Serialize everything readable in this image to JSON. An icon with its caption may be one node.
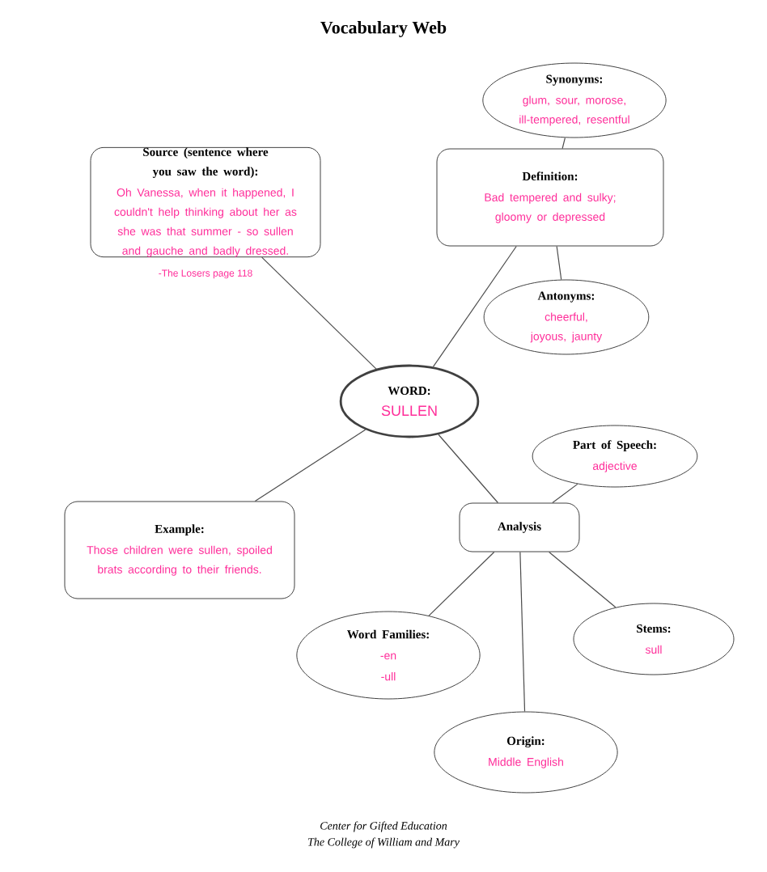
{
  "diagram": {
    "title": "Vocabulary Web",
    "nodes": [
      {
        "text": [
          "Source (sentence where you saw the word):",
          "Oh Vanessa, when it happened, I couldn't help thinking about her as she was that summer - so sullen and gauche and badly dressed."
        ],
        "beside": [
          "-The Losers page 118"
        ]
      },
      {
        "text": [
          "Synonyms:",
          "glum, sour, morose, ill-tempered, resentful"
        ]
      },
      {
        "text": [
          "Definition:",
          "Bad tempered and sulky; gloomy or depressed"
        ]
      },
      {
        "text": [
          "Antonyms:",
          "cheerful, joyous, jaunty"
        ]
      },
      {
        "text": [
          "WORD:",
          "SULLEN"
        ]
      },
      {
        "text": [
          "Part of Speech:",
          "adjective"
        ]
      },
      {
        "text": [
          "Example:",
          "Those children were sullen, spoiled brats according to their friends."
        ]
      },
      {
        "text": [
          "Analysis"
        ]
      },
      {
        "text": [
          "Word Families:",
          "-en",
          "-ull"
        ]
      },
      {
        "text": [
          "Stems:",
          "sull"
        ]
      },
      {
        "text": [
          "Origin:",
          "Middle English"
        ]
      }
    ],
    "edges": [
      {
        "from": 4,
        "to": 0,
        "arrow": "none"
      },
      {
        "from": 4,
        "to": 2,
        "arrow": "none"
      },
      {
        "from": 1,
        "to": 2,
        "arrow": "none"
      },
      {
        "from": 2,
        "to": 3,
        "arrow": "none"
      },
      {
        "from": 4,
        "to": 6,
        "arrow": "none"
      },
      {
        "from": 4,
        "to": 7,
        "arrow": "none"
      },
      {
        "from": 7,
        "to": 5,
        "arrow": "none"
      },
      {
        "from": 7,
        "to": 8,
        "arrow": "none"
      },
      {
        "from": 7,
        "to": 10,
        "arrow": "none"
      },
      {
        "from": 7,
        "to": 9,
        "arrow": "none"
      }
    ],
    "labels": [
      "Center for Gifted Education",
      "The College of William and Mary"
    ]
  }
}
